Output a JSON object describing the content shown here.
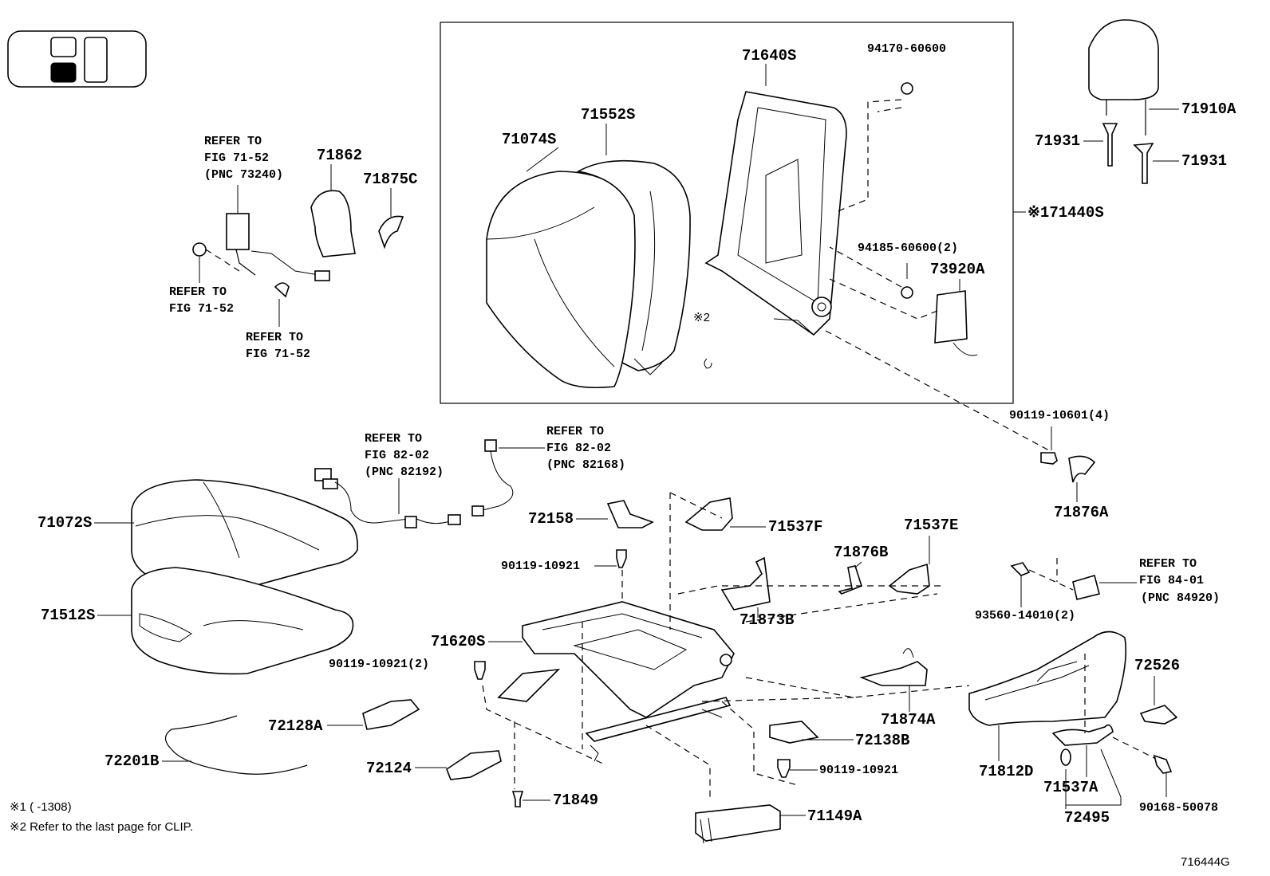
{
  "diagram": {
    "figure_id": "716444G",
    "notes": [
      "※1 (      -1308)",
      "※2 Refer to the last page for CLIP."
    ]
  },
  "labels": {
    "p71640S": "71640S",
    "p94170": "94170-60600",
    "p71552S": "71552S",
    "p71074S": "71074S",
    "p71440S": "※171440S",
    "p94185": "94185-60600(2)",
    "p73920A": "73920A",
    "clip2": "※2",
    "p71910A": "71910A",
    "p71931a": "71931",
    "p71931b": "71931",
    "p71862": "71862",
    "p71875C": "71875C",
    "ref_73240_a": "REFER TO",
    "ref_73240_b": "FIG 71-52",
    "ref_73240_c": "(PNC 73240)",
    "ref_left_a": "REFER TO",
    "ref_left_b": "FIG 71-52",
    "ref_low_a": "REFER TO",
    "ref_low_b": "FIG 71-52",
    "p90119_10601": "90119-10601(4)",
    "p71876A": "71876A",
    "ref_82192_a": "REFER TO",
    "ref_82192_b": "FIG 82-02",
    "ref_82192_c": "(PNC 82192)",
    "ref_82168_a": "REFER TO",
    "ref_82168_b": "FIG 82-02",
    "ref_82168_c": "(PNC 82168)",
    "p71072S": "71072S",
    "p71512S": "71512S",
    "p72158": "72158",
    "p71537F": "71537F",
    "p71537E": "71537E",
    "p71876B": "71876B",
    "p90119_10921_top": "90119-10921",
    "p71873B": "71873B",
    "ref_84920_a": "REFER TO",
    "ref_84920_b": "FIG 84-01",
    "ref_84920_c": "(PNC 84920)",
    "p93560": "93560-14010(2)",
    "p71620S": "71620S",
    "p90119_10921_2": "90119-10921(2)",
    "p72526": "72526",
    "p72128A": "72128A",
    "p71874A": "71874A",
    "p72201B": "72201B",
    "p72138B": "72138B",
    "p72124": "72124",
    "p90119_10921_low": "90119-10921",
    "p71812D": "71812D",
    "p71537A": "71537A",
    "p90168": "90168-50078",
    "p71849": "71849",
    "p71149A": "71149A",
    "p72495": "72495"
  }
}
